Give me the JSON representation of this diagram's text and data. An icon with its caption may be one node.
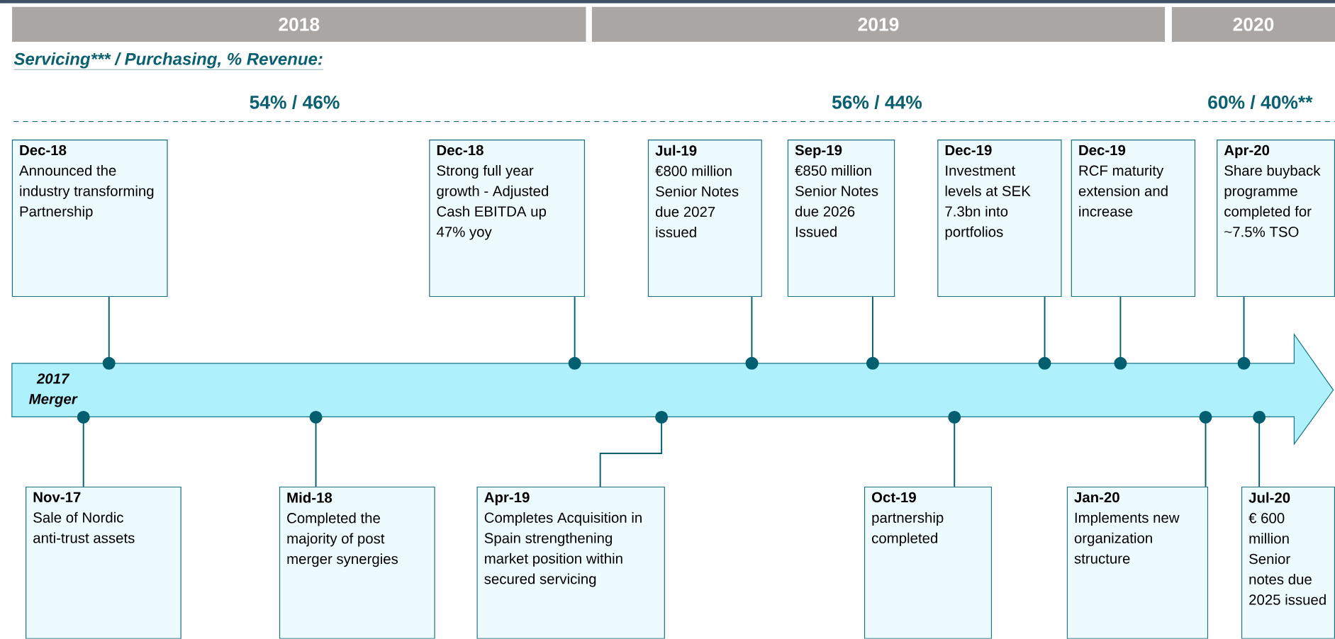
{
  "diagram": {
    "nodes": [
      {
        "text": [
          "2018"
        ]
      },
      {
        "text": [
          "2019"
        ]
      },
      {
        "text": [
          "2020"
        ]
      },
      {
        "text": [
          "Dec-18",
          "Announced the industry transforming Partnership"
        ]
      },
      {
        "text": [
          "Dec-18",
          "Strong full year growth - Adjusted Cash EBITDA up 47% yoy"
        ]
      },
      {
        "text": [
          "Jul-19",
          "€800 million Senior Notes due 2027 issued"
        ]
      },
      {
        "text": [
          "Sep-19",
          "€850 million Senior Notes due 2026 Issued"
        ]
      },
      {
        "text": [
          "Dec-19",
          "Investment levels at SEK 7.3bn into portfolios"
        ]
      },
      {
        "text": [
          "Dec-19",
          "RCF maturity extension and increase"
        ]
      },
      {
        "text": [
          "Apr-20",
          "Share buyback programme completed for ~7.5% TSO"
        ]
      },
      {
        "text": [
          "2017 Merger"
        ]
      },
      {
        "text": [
          "Nov-17",
          "Sale of Nordic anti-trust assets"
        ]
      },
      {
        "text": [
          "Mid-18",
          "Completed the majority of post merger synergies"
        ]
      },
      {
        "text": [
          "Apr-19",
          "Completes Acquisition in Spain strengthening market position within secured servicing"
        ]
      },
      {
        "text": [
          "Oct-19",
          "partnership completed"
        ]
      },
      {
        "text": [
          "Jan-20",
          "Implements new organization structure"
        ]
      },
      {
        "text": [
          "Jul-20",
          "€ 600 million Senior notes due 2025 issued"
        ]
      }
    ],
    "edges": [
      {
        "from": 3,
        "to": 10,
        "arrow": "other"
      },
      {
        "from": 4,
        "to": 10,
        "arrow": "other"
      },
      {
        "from": 5,
        "to": 10,
        "arrow": "other"
      },
      {
        "from": 6,
        "to": 10,
        "arrow": "other"
      },
      {
        "from": 7,
        "to": 10,
        "arrow": "other"
      },
      {
        "from": 8,
        "to": 10,
        "arrow": "other"
      },
      {
        "from": 9,
        "to": 10,
        "arrow": "other"
      },
      {
        "from": 11,
        "to": 10,
        "arrow": "other"
      },
      {
        "from": 12,
        "to": 10,
        "arrow": "other"
      },
      {
        "from": 13,
        "to": 10,
        "arrow": "other"
      },
      {
        "from": 14,
        "to": 10,
        "arrow": "other"
      },
      {
        "from": 15,
        "to": 10,
        "arrow": "other"
      },
      {
        "from": 16,
        "to": 10,
        "arrow": "other"
      }
    ],
    "labels": [
      "Servicing*** / Purchasing, % Revenue:",
      "54% / 46%",
      "56% / 44%",
      "60% / 40%**"
    ]
  }
}
